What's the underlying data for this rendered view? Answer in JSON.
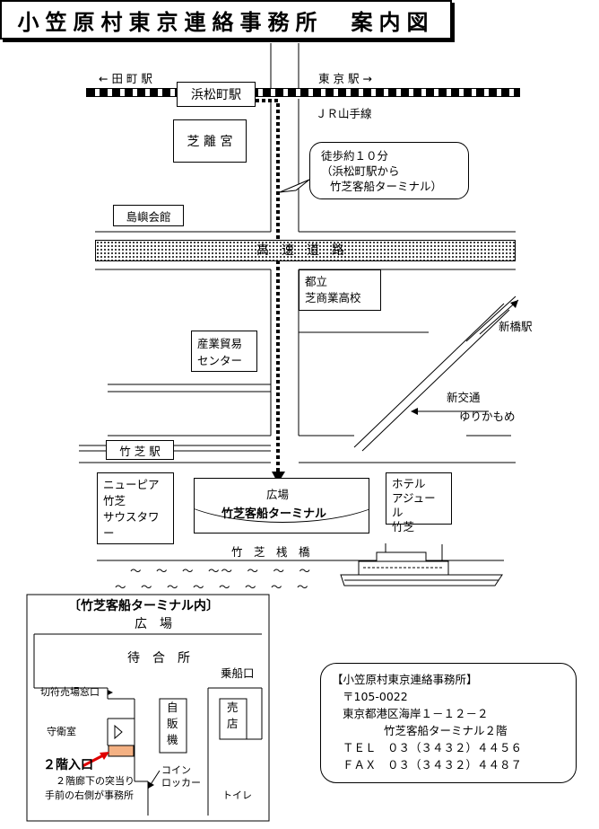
{
  "title": "小笠原村東京連絡事務所　案内図",
  "map": {
    "left_station": "← 田 町 駅",
    "right_station": "東 京 駅 →",
    "station": "浜松町駅",
    "jr_line": "ＪＲ山手線",
    "rikyu": "芝 離 宮",
    "callout": [
      "徒歩約１０分",
      "（浜松町駅から",
      "竹芝客船ターミナル）"
    ],
    "shimakaikan": "島嶼会館",
    "expressway": "高　速　道　路",
    "school": [
      "都立",
      "芝商業高校"
    ],
    "trade_center": [
      "産業貿易",
      "センター"
    ],
    "shinbashi": "新橋駅",
    "yurikamome": [
      "新交通",
      "ゆりかもめ"
    ],
    "takeshiba_station": "竹 芝 駅",
    "new_pier": [
      "ニューピア",
      "竹芝",
      "サウスタワー"
    ],
    "plaza": "広場",
    "terminal": "竹芝客船ターミナル",
    "hotel": [
      "ホテル",
      "アジュール",
      "竹芝"
    ],
    "pier": "竹　芝　桟　橋",
    "waves": [
      "〜　〜　〜　〜〜　〜　〜　〜",
      "〜　〜　〜　〜　〜　〜　〜　〜"
    ]
  },
  "floor": {
    "heading": "〔竹芝客船ターミナル内〕",
    "plaza": "広　場",
    "waiting": "待　合　所",
    "boarding": "乗船口",
    "ticket": "切符売場窓口",
    "guard": "守衛室",
    "vending": [
      "自",
      "販",
      "機"
    ],
    "shop": [
      "売",
      "店"
    ],
    "entrance": "２階入口",
    "note": [
      "２階廊下の突当り",
      "手前の右側が事務所"
    ],
    "locker": [
      "コイン",
      "ロッカー"
    ],
    "toilet": "トイレ"
  },
  "contact": {
    "name": "【小笠原村東京連絡事務所】",
    "postal": "〒105-0022",
    "address": "東京都港区海岸１－１２－２",
    "building": "竹芝客船ターミナル２階",
    "tel": "ＴＥＬ　０３（３４３２）４４５６",
    "fax": "ＦＡＸ　０３（３４３２）４４８７"
  },
  "colors": {
    "terminal_fill": "#f9c89b",
    "entrance_fill": "#f4b183",
    "arrow_red": "#e00000"
  }
}
